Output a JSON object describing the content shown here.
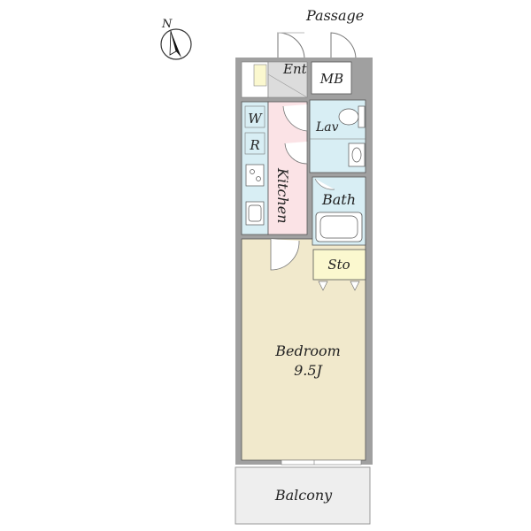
{
  "compass": {
    "label": "N"
  },
  "labels": {
    "passage": "Passage",
    "entrance": "Ent",
    "meter_box": "MB",
    "walk_in_closet_w": "W",
    "walk_in_closet_r": "R",
    "lavatory": "Lav",
    "kitchen": "Kitchen",
    "bath": "Bath",
    "storage": "Sto",
    "bedroom": "Bedroom",
    "bedroom_size": "9.5J",
    "balcony": "Balcony"
  },
  "colors": {
    "wall": "#a0a0a0",
    "bedroom": "#f1e9cc",
    "kitchen": "#fbe3e6",
    "wet_area": "#d8eef4",
    "storage": "#fbf8cf",
    "entry_tile": "#dcdcdc",
    "balcony": "#eeeeee"
  }
}
